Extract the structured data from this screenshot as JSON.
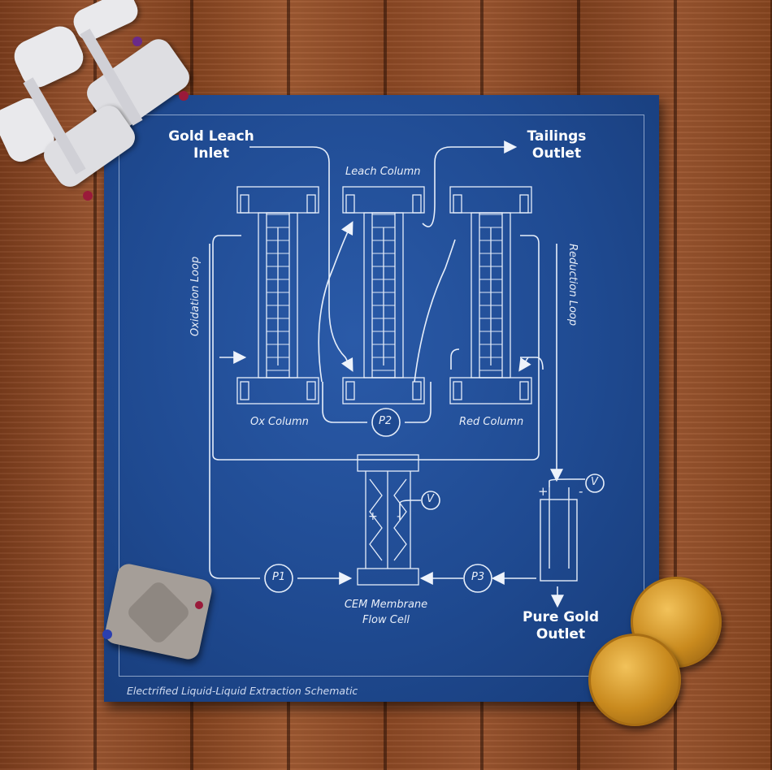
{
  "labels": {
    "gold_inlet": "Gold Leach\nInlet",
    "tailings_outlet": "Tailings\nOutlet",
    "leach_column": "Leach Column",
    "oxidation_loop": "Oxidation Loop",
    "reduction_loop": "Reduction Loop",
    "ox_column": "Ox Column",
    "red_column": "Red Column",
    "p1": "P1",
    "p2": "P2",
    "p3": "P3",
    "v1": "V",
    "v2": "V",
    "cem_cell": "CEM Membrane\nFlow Cell",
    "pure_gold_outlet": "Pure Gold\nOutlet",
    "footer": "Electrified Liquid-Liquid Extraction Schematic",
    "plus": "+",
    "minus": "-"
  },
  "colors": {
    "blueprint": "#1f4a91",
    "line": "#e6eefa",
    "wood": "#8a4a26",
    "gold": "#c98a1e"
  }
}
